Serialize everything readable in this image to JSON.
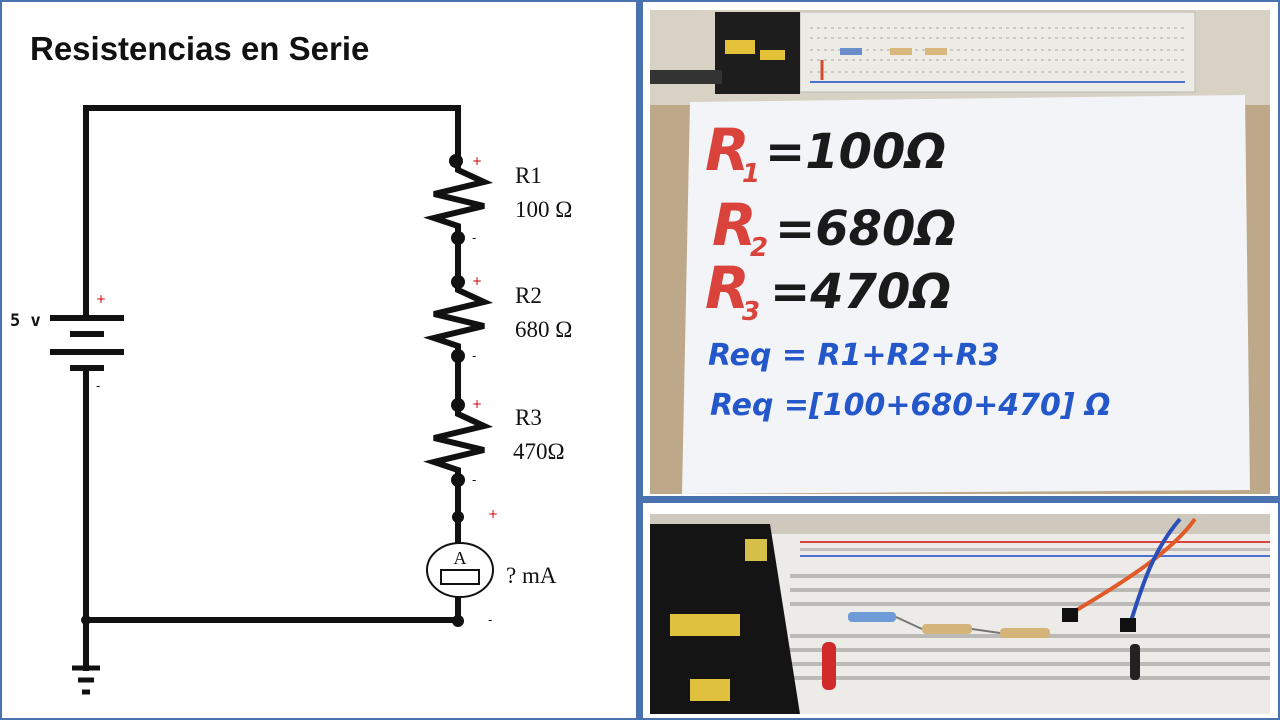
{
  "title": "Resistencias en Serie",
  "circuit": {
    "source_label": "5 v",
    "resistors": [
      {
        "name": "R1",
        "value": "100 Ω"
      },
      {
        "name": "R2",
        "value": "680 Ω"
      },
      {
        "name": "R3",
        "value": "470Ω"
      }
    ],
    "ammeter_symbol": "A",
    "ammeter_reading": "? mA",
    "plus": "+",
    "minus": "-"
  },
  "whiteboard": {
    "lines": [
      {
        "lhs": "R",
        "sub": "1",
        "rhs": "=100Ω"
      },
      {
        "lhs": "R",
        "sub": "2",
        "rhs": "=680Ω"
      },
      {
        "lhs": "R",
        "sub": "3",
        "rhs": "=470Ω"
      }
    ],
    "eq1": "Req = R1+R2+R3",
    "eq2": "Req =[100+680+470] Ω"
  },
  "colors": {
    "border": "#4a72b0",
    "wire": "#111111",
    "plus_sign": "#d00000",
    "marker_red": "#d9433b",
    "marker_blue": "#2457c9"
  }
}
